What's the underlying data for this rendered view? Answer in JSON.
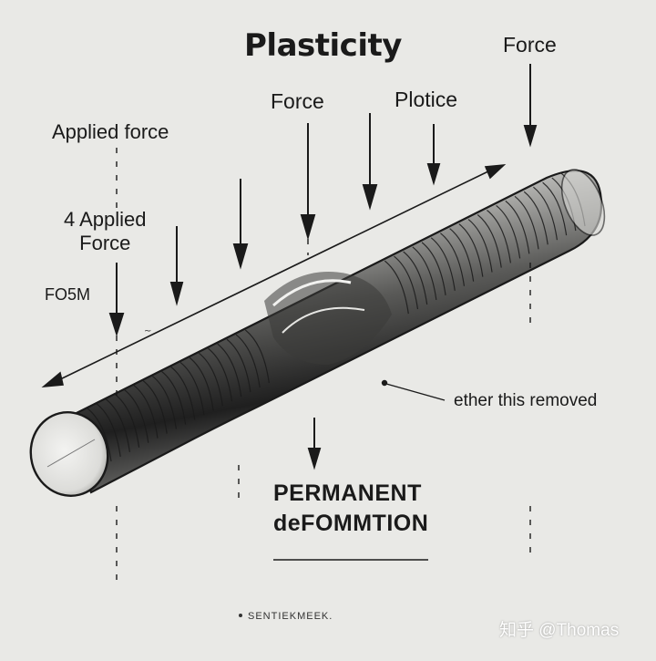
{
  "diagram": {
    "title": "Plasticity",
    "labels": {
      "force_top_right": "Force",
      "force_center": "Force",
      "plotice": "Plotice",
      "applied_force": "Applied force",
      "applied_force_2_line1": "4 Applied",
      "applied_force_2_line2": "Force",
      "fosm": "FO5M",
      "removed": "ether this removed",
      "permanent_line1": "PERMANENT",
      "permanent_line2": "deFOMMTION",
      "signature": "SENTIEKMEEK."
    },
    "watermark": "知乎 @Thomas",
    "colors": {
      "background": "#e9e9e6",
      "ink": "#1a1a1a",
      "rod_dark": "#2b2b2b",
      "rod_light": "#f4f4f2"
    }
  }
}
